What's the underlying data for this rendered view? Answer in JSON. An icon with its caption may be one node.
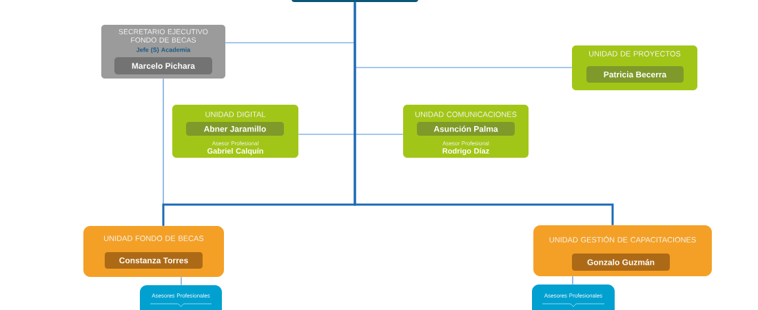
{
  "diagram": {
    "nodes": [
      {
        "text": [],
        "shape": "box"
      },
      {
        "text": [
          "SECRETARIO EJECUTIVO FONDO DE BECAS",
          "Jefe (S) Academia"
        ]
      },
      {
        "text": [
          "Marcelo Pichara"
        ],
        "in": 1
      },
      {
        "text": [
          "UNIDAD DE PROYECTOS"
        ]
      },
      {
        "text": [
          "Patricia Becerra"
        ],
        "in": 3
      },
      {
        "text": [
          "UNIDAD DIGITAL",
          "Asesor Profesional",
          "Gabriel Calquín"
        ]
      },
      {
        "text": [
          "Abner Jaramillo"
        ],
        "in": 5
      },
      {
        "text": [
          "UNIDAD COMUNICACIONES",
          "Asesor Profesional",
          "Rodrigo Díaz"
        ]
      },
      {
        "text": [
          "Asunción Palma"
        ],
        "in": 7
      },
      {
        "text": [
          "UNIDAD FONDO DE BECAS"
        ]
      },
      {
        "text": [
          "Constanza Torres"
        ],
        "in": 9
      },
      {
        "text": [
          "UNIDAD GESTIÓN DE CAPACITACIONES"
        ]
      },
      {
        "text": [
          "Gonzalo Guzmán"
        ],
        "in": 11
      },
      {
        "text": [
          "Asesores Profesionales"
        ]
      },
      {
        "text": [
          "Asesores Profesionales"
        ]
      }
    ],
    "edges": [
      {
        "from": 0,
        "to": 1,
        "arrow": "none"
      },
      {
        "from": 0,
        "to": 3,
        "arrow": "none"
      },
      {
        "from": 0,
        "to": 5,
        "arrow": "none"
      },
      {
        "from": 0,
        "to": 7,
        "arrow": "none"
      },
      {
        "from": 0,
        "to": 9,
        "arrow": "none",
        "style": "thick"
      },
      {
        "from": 0,
        "to": 11,
        "arrow": "none",
        "style": "thick"
      },
      {
        "from": 1,
        "to": 9,
        "arrow": "none"
      },
      {
        "from": 9,
        "to": 13,
        "arrow": "none"
      },
      {
        "from": 11,
        "to": 14,
        "arrow": "none"
      }
    ]
  }
}
